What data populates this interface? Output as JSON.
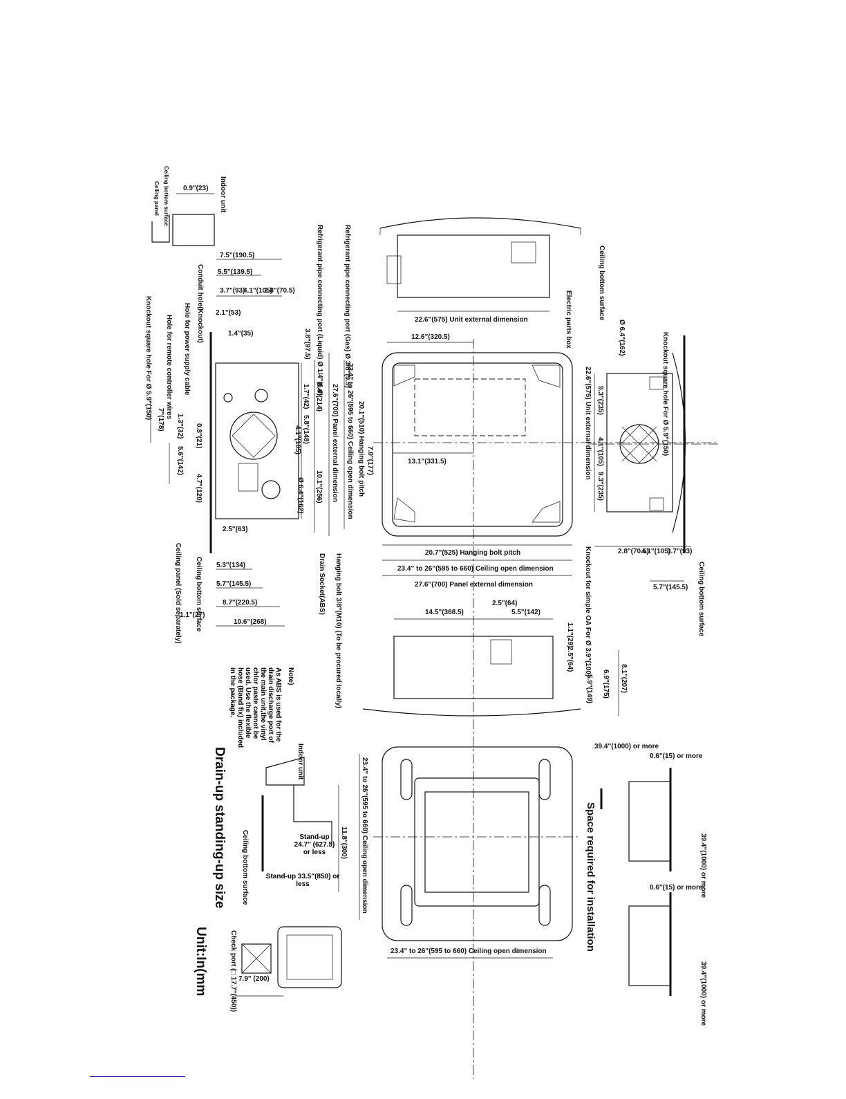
{
  "drawing": {
    "unit_label": "Unit:In(mm",
    "title_install_space": "Space required for installation",
    "title_drain_up": "Drain-up standing-up size"
  },
  "front_view": {
    "panel_external": "27.6\"(700) Panel external dimension",
    "ceiling_open": "23.4\" to 26\"(595 to 660) Ceiling open dimension",
    "hanging_bolt_pitch_h": "20.7\"(525) Hanging bolt pitch",
    "hanging_bolt_pitch_v": "20.1\"(510) Hanging bolt pitch",
    "dim_7_0": "7.0\"(177)",
    "dim_13_1": "13.1\"(331.5)",
    "dim_12_6": "12.6\"(320.5)"
  },
  "top_side_view": {
    "unit_external": "22.6\"(575) Unit external dimension",
    "electric_parts_box": "Electric parts box",
    "refrigerant_gas": "Refrigerant pipe connecting port (Gas) Ø 3/8\"(9.5)",
    "refrigerant_liquid": "Refrigerant pipe connecting port (Liquid) Ø 1/4\"(6.4)",
    "ceiling_bottom_surface": "Ceiling bottom surface"
  },
  "right_side_view": {
    "knockout_square": "Knockout square hole For Ø 5.9\"(150)",
    "dia_6_4": "Ø 6.4\"(162)",
    "dim_9_3a": "9.3\"(235)",
    "dim_4_1": "4.1\"(105)",
    "dim_9_3b": "9.3\"(235)",
    "unit_external_v": "22.6\"(575) Unit external dimension",
    "dim_2_8": "2.8\"(70.5)",
    "dim_4_1b": "4.1\"(105)",
    "dim_3_7": "3.7\"(93)",
    "dim_5_7": "5.7\"(145.5)",
    "ceiling_bottom_surface": "Ceiling bottom surface",
    "knockout_simple_oa": "Knockout for simple OA For Ø 3.9\"(100)"
  },
  "left_side_view": {
    "dim_7_5": "7.5\"(190.5)",
    "dim_5_5": "5.5\"(139.5)",
    "dim_3_7": "3.7\"(93)",
    "dim_4_1": "4.1\"(105)",
    "dim_2_8": "2.8\"(70.5)",
    "dim_2_1": "2.1\"(53)",
    "dim_1_4": "1.4\"(35)",
    "dim_3_8": "3.8\"(97.5)",
    "dim_8_4": "8.4\"(214)",
    "dim_1_7": "1.7\"(42)",
    "dim_5_8": "5.8\"(148)",
    "dim_4_1b": "4.1\"(105)",
    "dim_10_1": "10.1\"(256)",
    "dia_6_4": "Ø 6.4\"(162)",
    "dim_0_8": "0.8\"(21)",
    "dim_1_3": "1.3\"(32)",
    "dim_7": "7\"(178)",
    "dim_5_6": "5.6\"(142)",
    "dim_4_7": "4.7\"(120)",
    "dim_2_5": "2.5\"(63)",
    "dim_5_3": "5.3\"(134)",
    "dim_5_7": "5.7\"(145.5)",
    "dim_8_7": "8.7\"(220.5)",
    "dim_10_6": "10.6\"(268)",
    "dim_1_1": "1.1\"(27)",
    "conduit_hole": "Conduit hole(Knockout)",
    "hole_power": "Hole for power supply cable",
    "hole_remote": "Hole for remote controller wires",
    "knockout_square": "Knockout square hole For Ø 5.9\"(150)",
    "ceiling_panel": "Ceiling panel (Sold separately)",
    "ceiling_bottom_surface": "Ceiling bottom surface",
    "drain_socket": "Drain Socket(ABS)",
    "hanging_bolt": "Hanging bolt 3/8\"(M10) (To be procured locally)"
  },
  "detail": {
    "dim_0_9": "0.9\"(23)",
    "indoor_unit": "Indoor unit",
    "ceiling_bottom_surface": "Ceiling bottom surface",
    "ceiling_panel": "Ceiling panel"
  },
  "lower_side_view": {
    "dim_14_5": "14.5\"(368.5)",
    "dim_2_5": "2.5\"(64)",
    "dim_5_5": "5.5\"(142)",
    "dim_1_1": "1.1\"(29)",
    "dim_2_5b": "2.5\"(64)",
    "dim_5_9": "5.9\"(149)",
    "dim_6_9": "6.9\"(175)",
    "dim_8_1": "8.1\"(207)"
  },
  "bottom_view": {
    "ceiling_open_h": "23.4\" to 26\"(595 to 660) Ceiling open dimension",
    "ceiling_open_v": "23.4\" to 26\"(595 to 660) Ceiling open dimension"
  },
  "drain": {
    "note_title": "Note)",
    "note_body": "As ABS is used for the drain discharge port of the main unit,the vinyl chlor paste cannot be used. Use the flexible hose (Band fix) included in the package.",
    "indoor_unit": "Indoor unit",
    "dim_11_8": "11.8\"(300)",
    "standup_1": "Stand-up 24.7\" (627.5) or less",
    "standup_2": "Stand-up 33.5\"(850) or less",
    "ceiling_bottom_surface": "Ceiling bottom surface"
  },
  "clearance": {
    "dim_39_4a": "39.4\"(1000) or more",
    "dim_0_6a": "0.6\"(15) or more",
    "dim_39_4b": "39.4\"(1000) or more",
    "dim_0_6b": "0.6\"(15) or more",
    "dim_39_4c": "39.4\"(1000) or more"
  },
  "check_port": {
    "label": "Check port (□ 17.7\"(450))",
    "dim_7_9": "7.9\" (200)"
  }
}
